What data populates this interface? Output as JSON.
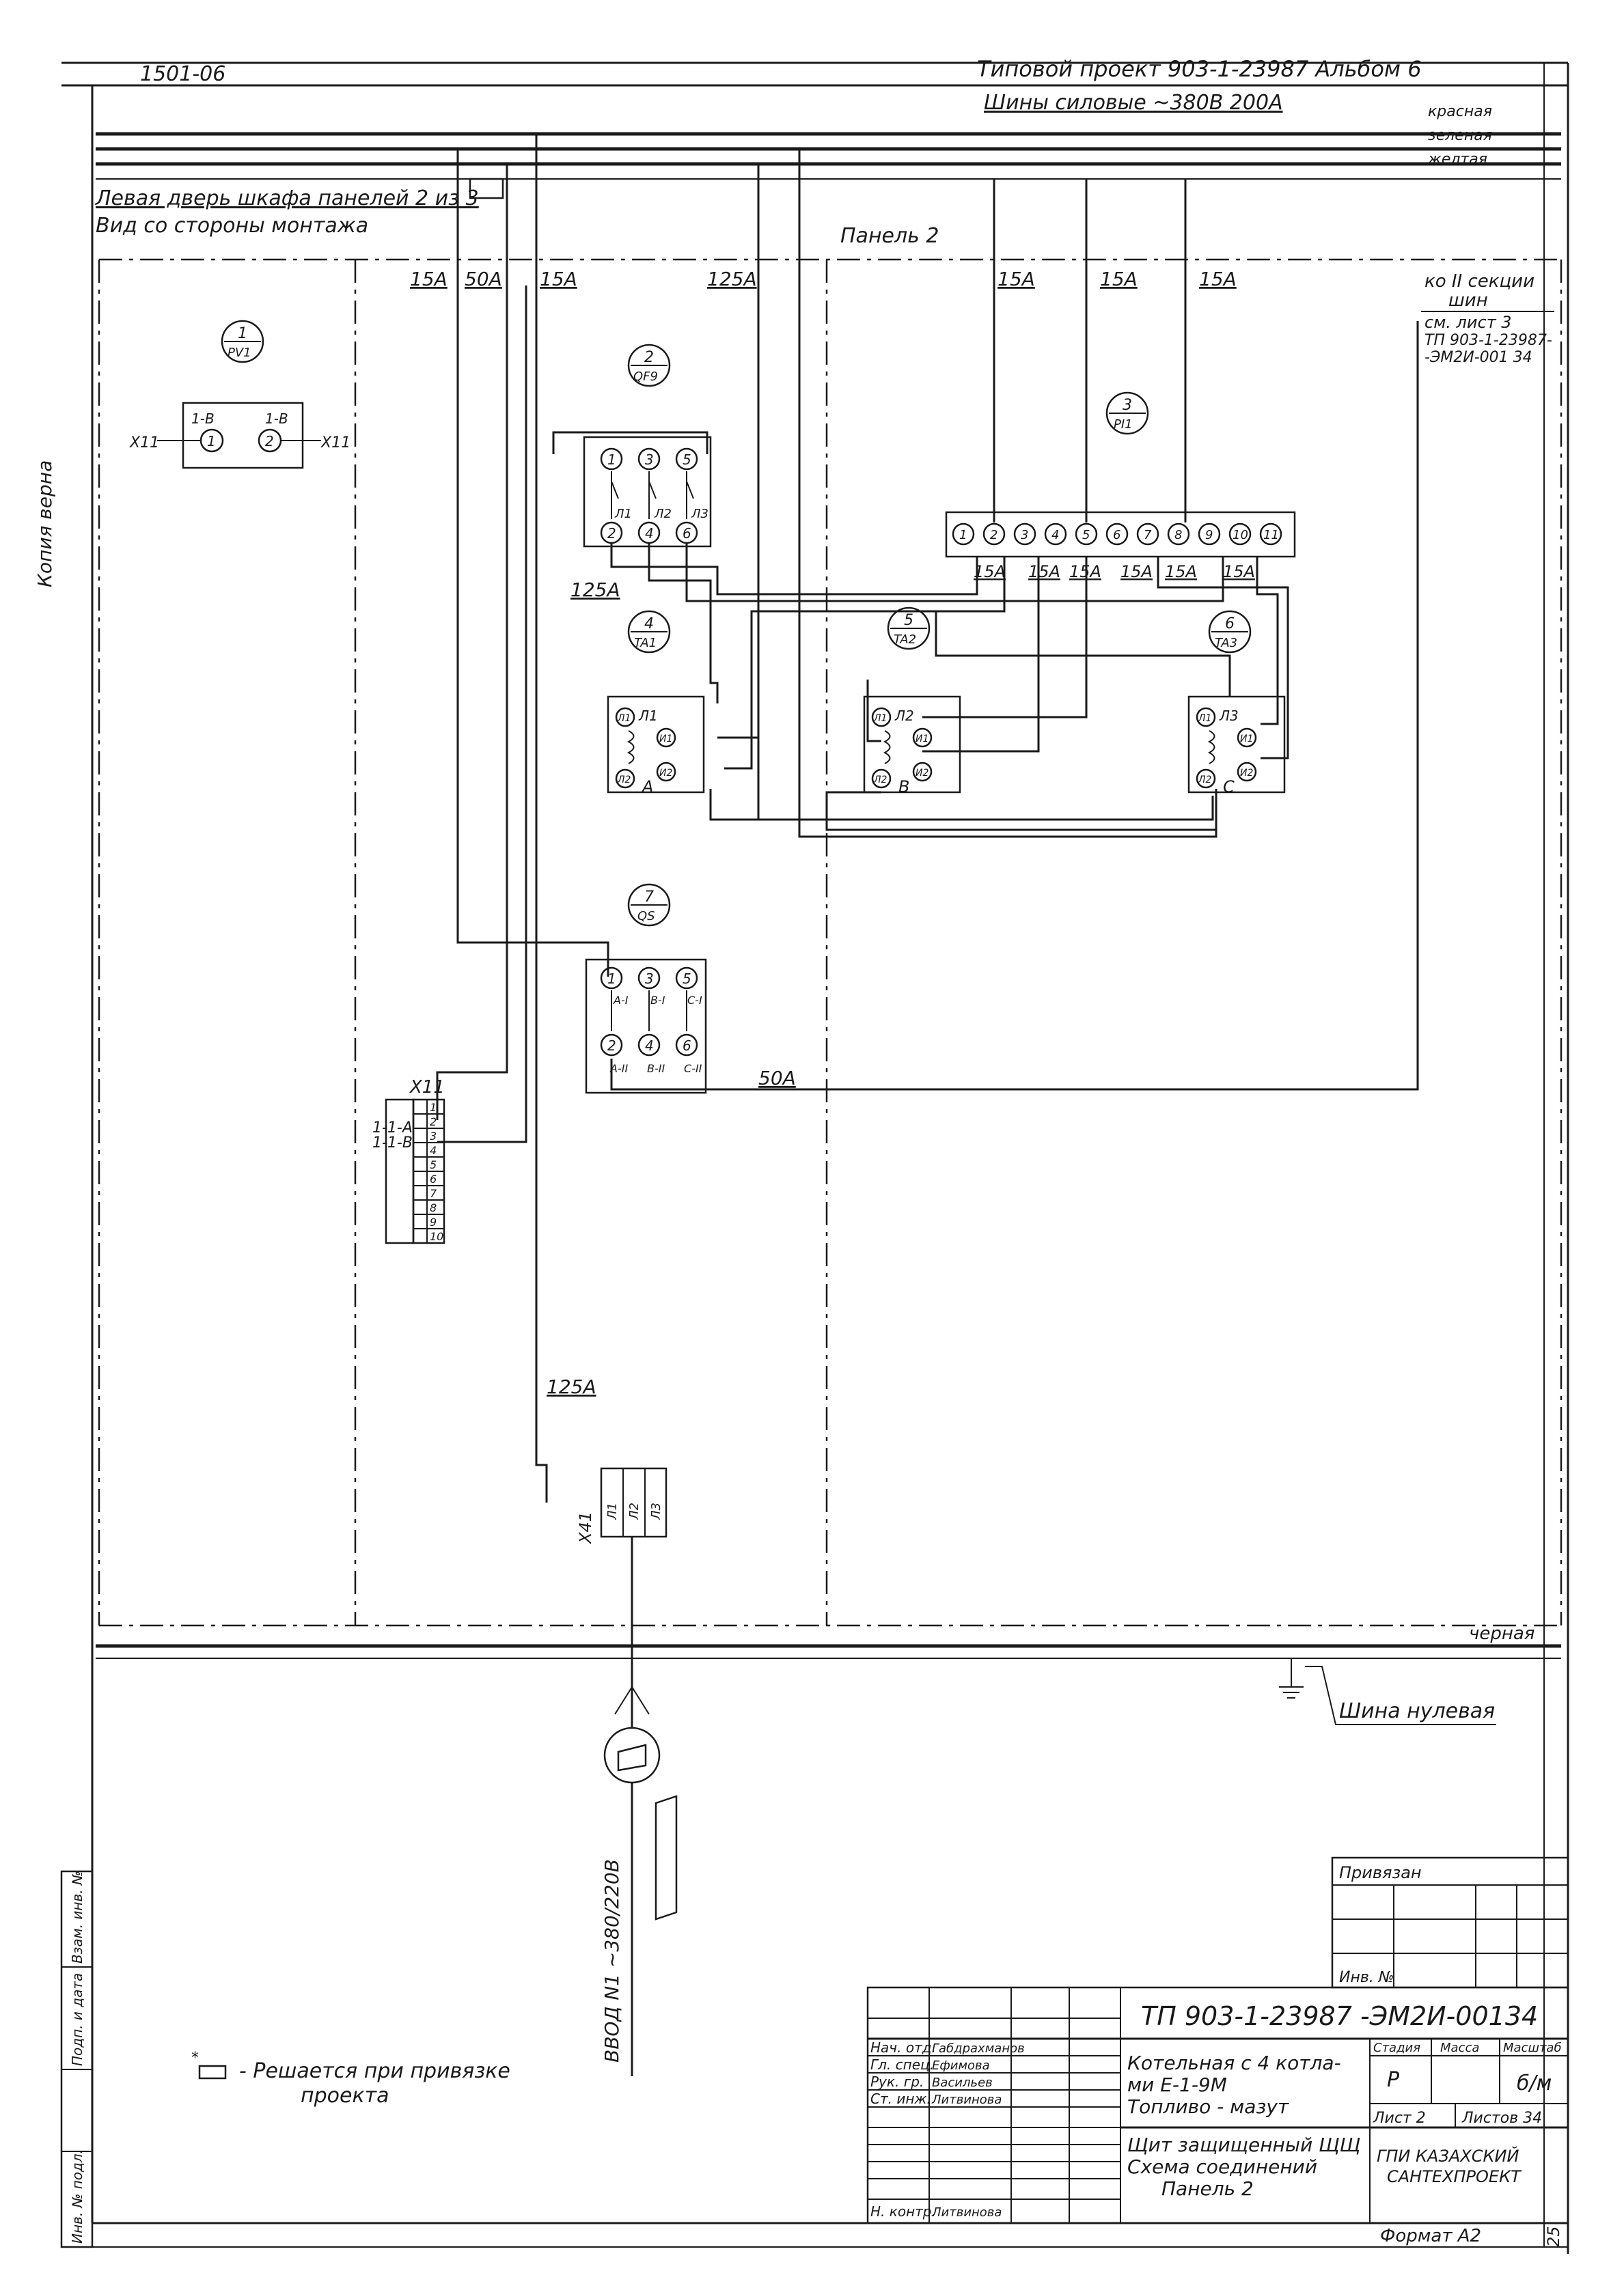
{
  "header": {
    "sheet_code": "1501-06",
    "project": "Типовой проект 903-1-23987 Альбом 6"
  },
  "buses": {
    "power_bus": "Шины силовые ~380В 200А",
    "neutral_label": "черная",
    "neutral_bus": "Шина нулевая",
    "phase_labels": [
      "красная",
      "зеленая",
      "желтая"
    ]
  },
  "door_title": {
    "line1": "Левая дверь шкафа панелей 2 из 3",
    "line2": "Вид со стороны монтажа"
  },
  "panel_label": "Панель 2",
  "side_note": "Копия верна",
  "section2_note": {
    "lines": [
      "ко II секции",
      "шин",
      "см. лист 3",
      "ТП 903-1-23987-",
      "-ЭМ2И-001 34"
    ]
  },
  "currents": {
    "a15": "15А",
    "a50": "50А",
    "a125": "125А"
  },
  "devices": [
    {
      "num": "1",
      "code": "PV1"
    },
    {
      "num": "2",
      "code": "QF9"
    },
    {
      "num": "3",
      "code": "PI1"
    },
    {
      "num": "4",
      "code": "TA1"
    },
    {
      "num": "5",
      "code": "TA2"
    },
    {
      "num": "6",
      "code": "TA3"
    },
    {
      "num": "7",
      "code": "QS"
    }
  ],
  "pv1_block": {
    "left_pin": "1-В",
    "right_pin": "1-В",
    "left_conn": "Х11",
    "right_conn": "Х11",
    "t1": "1",
    "t2": "2"
  },
  "qf9_block": {
    "top": [
      "1",
      "3",
      "5"
    ],
    "bottom": [
      "2",
      "4",
      "6"
    ],
    "phases": [
      "Л1",
      "Л2",
      "Л3"
    ]
  },
  "meter_terms": [
    "1",
    "2",
    "3",
    "4",
    "5",
    "6",
    "7",
    "8",
    "9",
    "10",
    "11"
  ],
  "ct_blocks": [
    {
      "phase": "Л1",
      "letter": "А",
      "p1": "Л1",
      "p2": "Л2",
      "s1": "И1",
      "s2": "И2"
    },
    {
      "phase": "Л2",
      "letter": "В",
      "p1": "Л1",
      "p2": "Л2",
      "s1": "И1",
      "s2": "И2"
    },
    {
      "phase": "Л3",
      "letter": "С",
      "p1": "Л1",
      "p2": "Л2",
      "s1": "И1",
      "s2": "И2"
    }
  ],
  "qs_block": {
    "top": [
      "1",
      "3",
      "5"
    ],
    "bottom": [
      "2",
      "4",
      "6"
    ],
    "top_labels": [
      "А-I",
      "В-I",
      "С-I"
    ],
    "bottom_labels": [
      "А-II",
      "В-II",
      "С-II"
    ]
  },
  "x11": {
    "title": "Х11",
    "rows": [
      "1",
      "2",
      "3",
      "4",
      "5",
      "6",
      "7",
      "8",
      "9",
      "10"
    ],
    "ext_labels": [
      "1-1-А",
      "1-1-В"
    ]
  },
  "x41": {
    "title": "Х41",
    "cells": [
      "Л1",
      "Л2",
      "Л3"
    ]
  },
  "cable": "ВВОД N1 ~380/220В",
  "footnote": {
    "mark": "*",
    "text1": "- Решается при привязке",
    "text2": "проекта"
  },
  "privyazan": {
    "title": "Привязан",
    "inv": "Инв. №"
  },
  "title_block": {
    "doc_code": "ТП 903-1-23987 -ЭМ2И-00134",
    "roles": [
      "Нач. отд.",
      "Гл. спец.",
      "Рук. гр.",
      "Ст. инж.",
      "Н. контр."
    ],
    "names": [
      "Габдрахманов",
      "Ефимова",
      "Васильев",
      "Литвинова",
      "Литвинова"
    ],
    "object_lines": [
      "Котельная с 4 котла-",
      "ми Е-1-9М",
      "Топливо - мазут"
    ],
    "stage_head": "Стадия",
    "mass_head": "Масса",
    "scale_head": "Масштаб",
    "stage": "Р",
    "scale": "б/м",
    "sheet": "Лист 2",
    "sheets": "Листов 34",
    "drawing_lines": [
      "Щит защищенный ЩЩ",
      "Схема соединений",
      "Панель 2"
    ],
    "org_lines": [
      "ГПИ КАЗАХСКИЙ",
      "САНТЕХПРОЕКТ"
    ],
    "format": "Формат А2",
    "page": "25"
  },
  "side_stamp": [
    "Инв. № подл.",
    "Подп. и дата",
    "Взам. инв. №"
  ]
}
